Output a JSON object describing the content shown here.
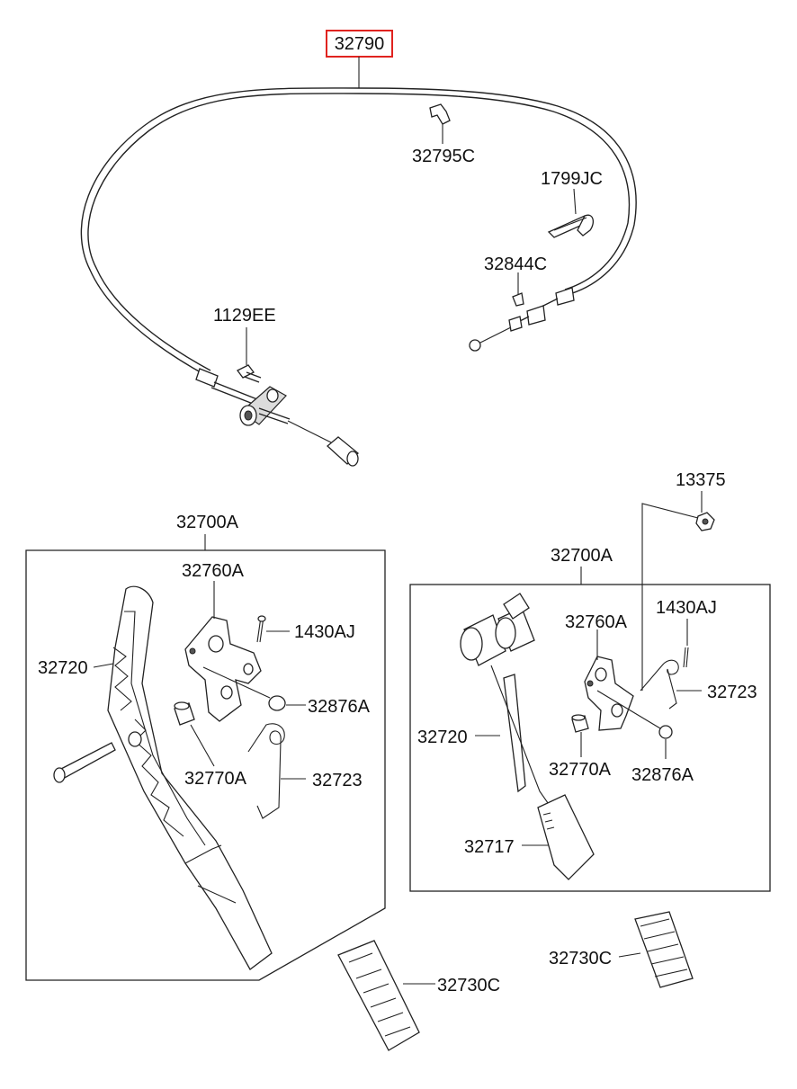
{
  "diagram": {
    "highlight_color": "#e0231f",
    "line_color": "#222222",
    "labels": {
      "cable": "32790",
      "cable_clip": "32795C",
      "tie_band": "1799JC",
      "cable_clip_small": "32844C",
      "bolt": "1129EE",
      "nut": "13375",
      "assy_left": "32700A",
      "assy_right": "32700A",
      "bracket_left": "32760A",
      "bracket_right": "32760A",
      "pin_left": "1430AJ",
      "pin_right": "1430AJ",
      "arm_left": "32720",
      "arm_right": "32720",
      "bushing_left": "32876A",
      "bushing_right": "32876A",
      "stopper_left": "32770A",
      "stopper_right": "32770A",
      "spring_left": "32723",
      "spring_right": "32723",
      "pad_cover": "32717",
      "pad_left": "32730C",
      "pad_right": "32730C"
    }
  }
}
